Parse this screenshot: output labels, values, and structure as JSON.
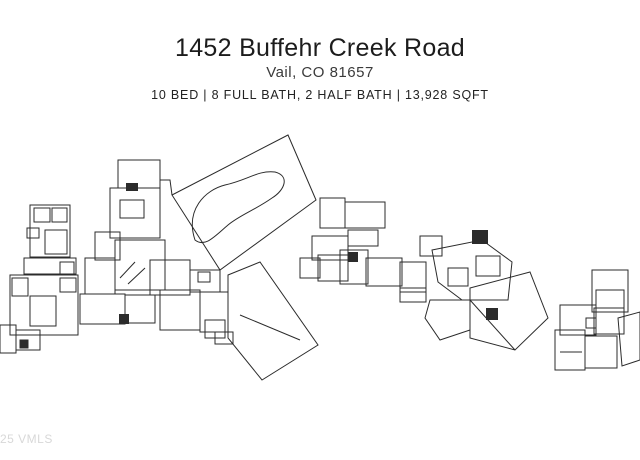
{
  "header": {
    "address": "1452 Buffehr Creek Road",
    "city": "Vail, CO  81657",
    "specs": "10 BED | 8 FULL BATH, 2 HALF BATH | 13,928 SQFT"
  },
  "watermark": "25 VMLS",
  "colors": {
    "line": "#2b2b2b",
    "fill": "#ffffff",
    "text": "#1c1c1c"
  }
}
